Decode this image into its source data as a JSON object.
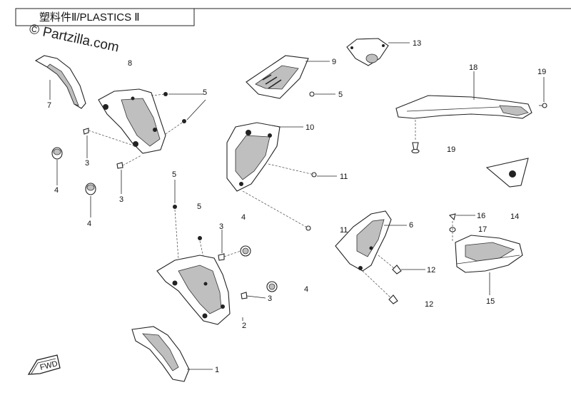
{
  "diagram": {
    "title": "塑料件Ⅱ/PLASTICS Ⅱ",
    "watermark": "© Partzilla.com",
    "fwd_badge": "FWD",
    "callouts": {
      "c1": "1",
      "c2": "2",
      "c3a": "3",
      "c3b": "3",
      "c3c": "3",
      "c3d": "3",
      "c4a": "4",
      "c4b": "4",
      "c4c": "4",
      "c4d": "4",
      "c5a": "5",
      "c5b": "5",
      "c5c": "5",
      "c5d": "5",
      "c6": "6",
      "c7": "7",
      "c8": "8",
      "c9": "9",
      "c10": "10",
      "c11a": "11",
      "c11b": "11",
      "c12a": "12",
      "c12b": "12",
      "c13": "13",
      "c14": "14",
      "c15": "15",
      "c16": "16",
      "c17": "17",
      "c18": "18",
      "c19a": "19",
      "c19b": "19"
    }
  }
}
